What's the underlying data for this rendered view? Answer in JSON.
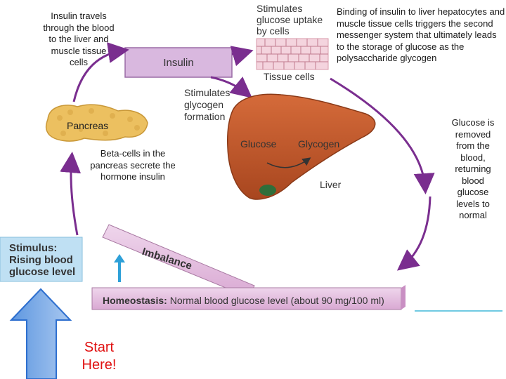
{
  "notes": {
    "insulin_travels": "Insulin travels through the blood to the liver and muscle tissue cells",
    "beta_cells": "Beta-cells in the pancreas secrete the hormone insulin",
    "binding": "Binding of insulin to liver hepatocytes and muscle tissue cells  triggers the second messenger system that ultimately leads to the storage of glucose as the polysaccharide glycogen",
    "glucose_removed": "Glucose is removed from the blood, returning blood glucose levels to normal"
  },
  "diagram": {
    "stimulates_uptake": "Stimulates glucose uptake by cells",
    "tissue_cells": "Tissue cells",
    "insulin": "Insulin",
    "stimulates_glycogen": "Stimulates glycogen formation",
    "pancreas": "Pancreas",
    "glucose": "Glucose",
    "glycogen": "Glycogen",
    "liver": "Liver",
    "imbalance": "Imbalance",
    "stimulus": "Stimulus: Rising blood glucose level",
    "homeostasis_bold": "Homeostasis:",
    "homeostasis_text": " Normal blood glucose level (about 90 mg/100 ml)"
  },
  "start": "Start Here!",
  "colors": {
    "insulin_box": "#d9b8df",
    "pink_arrow": "#e6b6dc",
    "purple_arrow": "#7a2e8f",
    "stimulus_box": "#bfe0f3",
    "liver": "#c35a2a",
    "pancreas": "#ecc060",
    "start_text": "#e01010",
    "blue_arrow": "#2e6fcf"
  }
}
